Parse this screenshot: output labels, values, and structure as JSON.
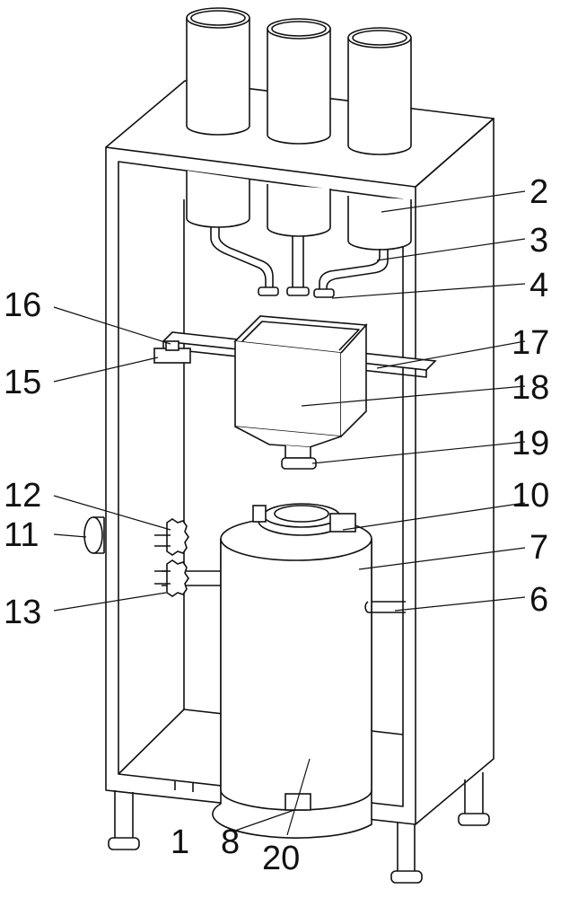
{
  "figure": {
    "labels": {
      "l1": "1",
      "l2": "2",
      "l3": "3",
      "l4": "4",
      "l6": "6",
      "l7": "7",
      "l8": "8",
      "l10": "10",
      "l11": "11",
      "l12": "12",
      "l13": "13",
      "l15": "15",
      "l16": "16",
      "l17": "17",
      "l18": "18",
      "l19": "19",
      "l20": "20"
    }
  }
}
